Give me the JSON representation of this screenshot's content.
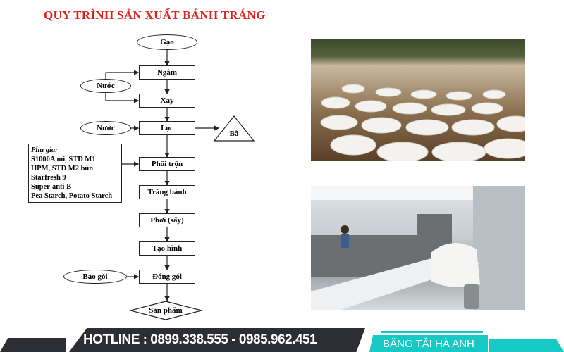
{
  "title": "QUY TRÌNH SẢN XUẤT BÁNH TRÁNG",
  "flowchart": {
    "start": "Gạo",
    "steps": [
      "Ngâm",
      "Xay",
      "Lọc",
      "Phối trộn",
      "Tráng bánh",
      "Phơi (sấy)",
      "Tạo hình",
      "Đóng gói"
    ],
    "end": "Sản phẩm",
    "inputs": {
      "water1": "Nước",
      "water2": "Nước",
      "packaging": "Bao gói"
    },
    "byproduct": "Bã",
    "additives": {
      "heading": "Phụ gia:",
      "items": [
        "S1000A mì, STD M1",
        "HPM, STD M2 bún",
        "Starfresh 9",
        "Super-anti B",
        "Pea Starch, Potato Starch"
      ]
    }
  },
  "photos": [
    "rice-paper-drying-racks",
    "rice-paper-factory-line"
  ],
  "footer": {
    "hotline": "HOTLINE : 0899.338.555 - 0985.962.451",
    "brand": "BĂNG TẢI HÀ ANH",
    "colors": {
      "dark": "#2d2e33",
      "accent": "#17c9c5"
    }
  }
}
